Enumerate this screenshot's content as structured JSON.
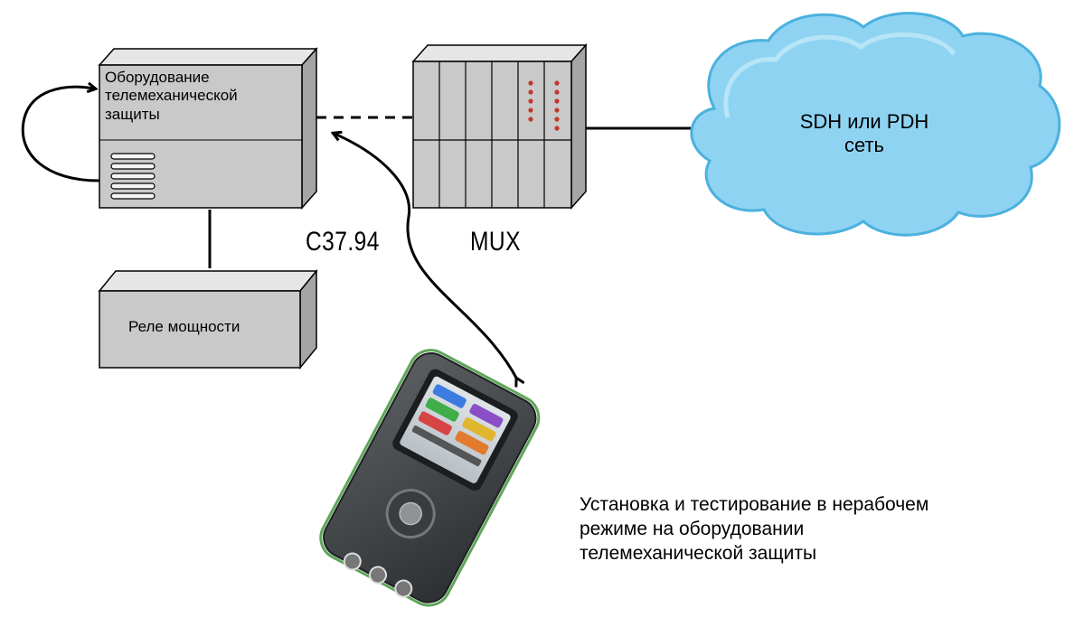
{
  "diagram": {
    "protection_box": {
      "label_lines": [
        "Оборудование",
        "телемеханической",
        "защиты"
      ]
    },
    "relay_box": {
      "label": "Реле мощности"
    },
    "mux": {
      "label": "MUX"
    },
    "link": {
      "label": "C37.94"
    },
    "cloud": {
      "label_lines": [
        "SDH или PDH",
        "сеть"
      ],
      "color": "#8fd3f2"
    },
    "caption": {
      "lines": [
        "Установка и тестирование в нерабочем",
        "режиме на оборудовании",
        "телемеханической защиты"
      ]
    },
    "box_fill": "#c9c9c9",
    "box_top_fill": "#e6e6e6",
    "box_side_fill": "#a5a5a5",
    "led_color": "#c0392b"
  }
}
